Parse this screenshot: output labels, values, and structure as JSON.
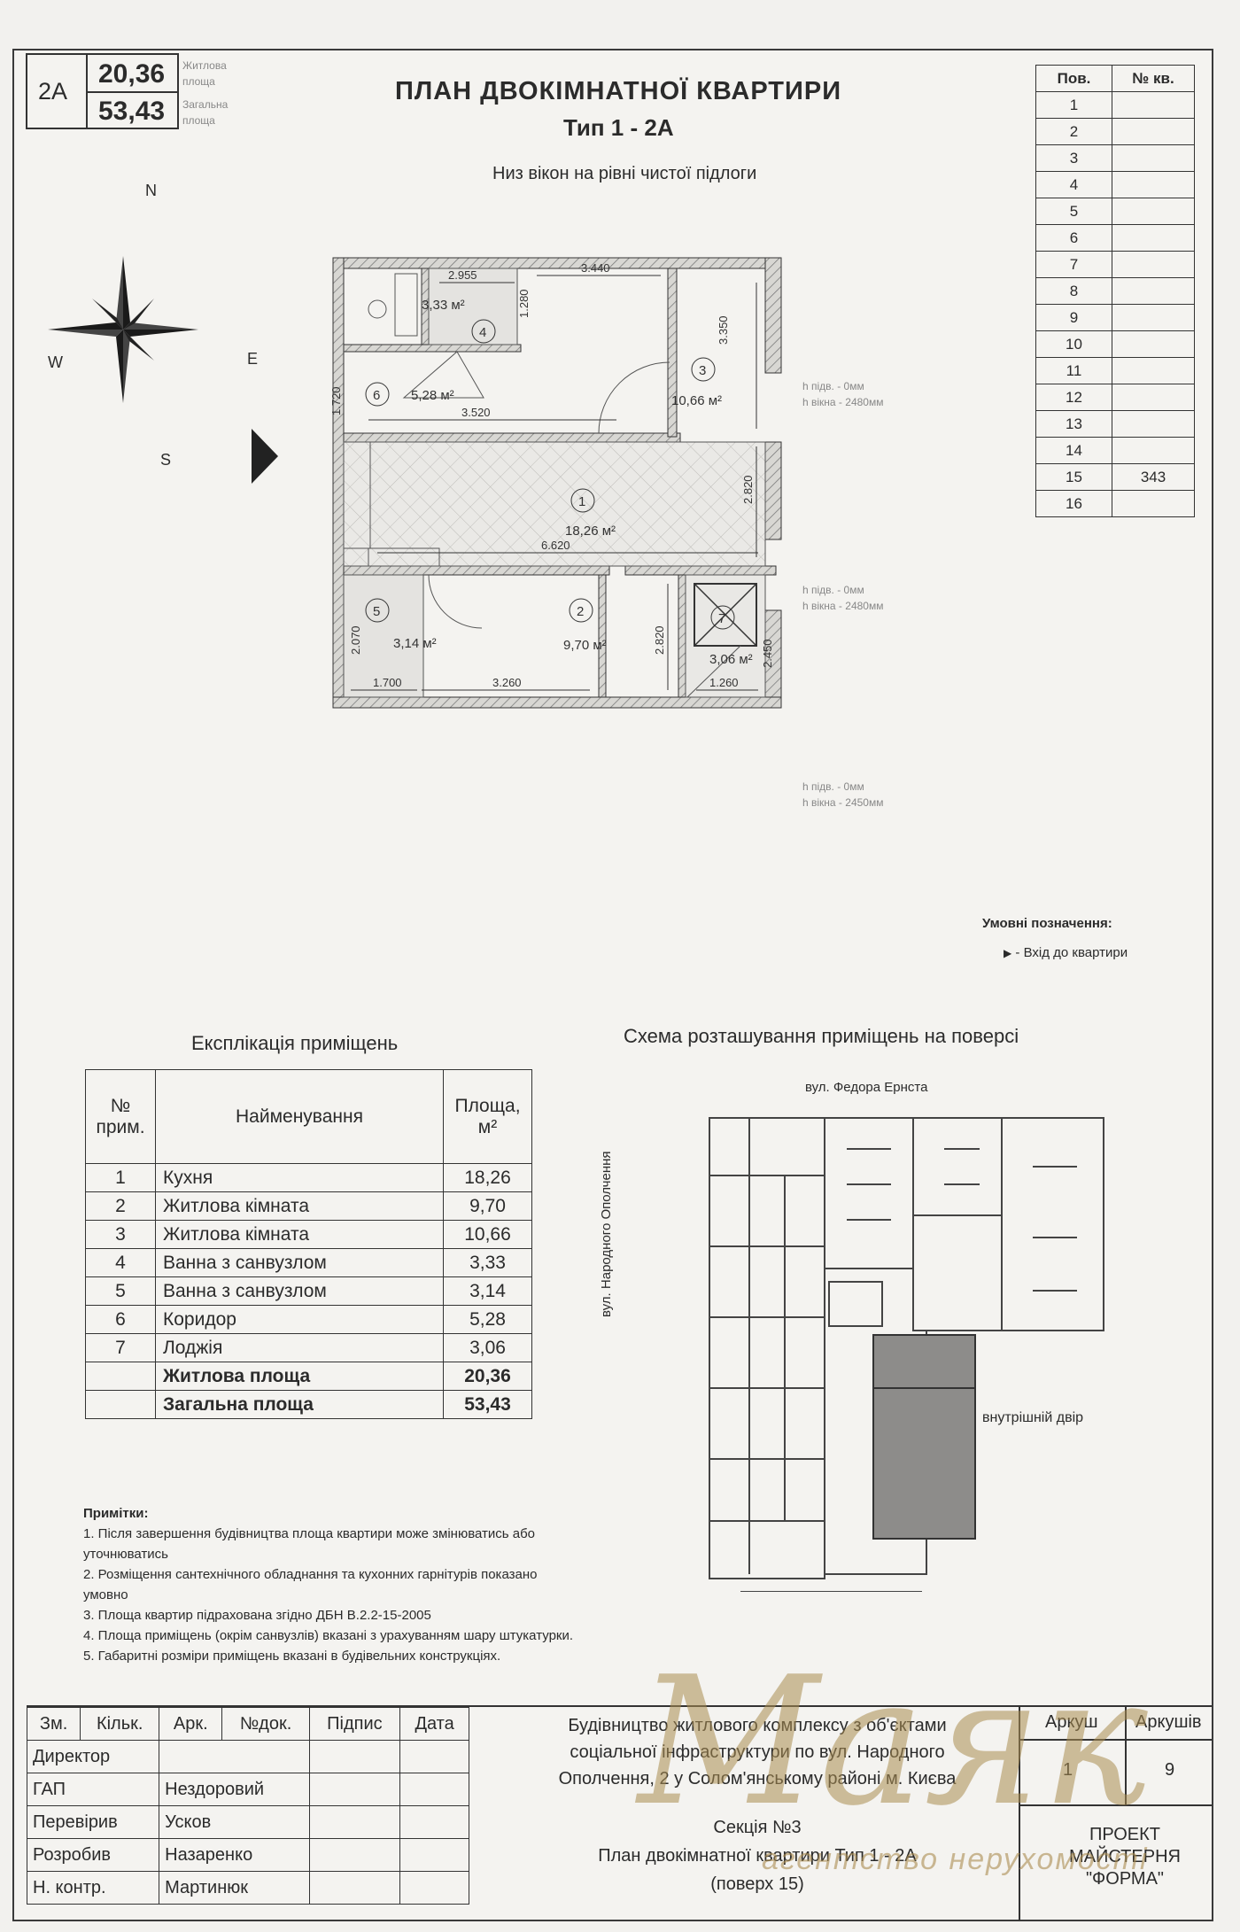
{
  "header": {
    "type_code": "2A",
    "living_area": "20,36",
    "living_area_label": "Житлова площа",
    "total_area": "53,43",
    "total_area_label": "Загальна площа",
    "title": "ПЛАН ДВОКІМНАТНОЇ КВАРТИРИ",
    "subtitle": "Тип 1 - 2А",
    "note": "Низ вікон на рівні чистої підлоги"
  },
  "compass": {
    "n": "N",
    "s": "S",
    "e": "E",
    "w": "W"
  },
  "floors_table": {
    "col_floor": "Пов.",
    "col_apt": "№ кв.",
    "rows": [
      {
        "floor": "1",
        "apt": ""
      },
      {
        "floor": "2",
        "apt": ""
      },
      {
        "floor": "3",
        "apt": ""
      },
      {
        "floor": "4",
        "apt": ""
      },
      {
        "floor": "5",
        "apt": ""
      },
      {
        "floor": "6",
        "apt": ""
      },
      {
        "floor": "7",
        "apt": ""
      },
      {
        "floor": "8",
        "apt": ""
      },
      {
        "floor": "9",
        "apt": ""
      },
      {
        "floor": "10",
        "apt": ""
      },
      {
        "floor": "11",
        "apt": ""
      },
      {
        "floor": "12",
        "apt": ""
      },
      {
        "floor": "13",
        "apt": ""
      },
      {
        "floor": "14",
        "apt": ""
      },
      {
        "floor": "15",
        "apt": "343"
      },
      {
        "floor": "16",
        "apt": ""
      }
    ]
  },
  "plan": {
    "rooms": [
      {
        "num": "1",
        "area": "18,26 м²"
      },
      {
        "num": "2",
        "area": "9,70 м²"
      },
      {
        "num": "3",
        "area": "10,66 м²"
      },
      {
        "num": "4",
        "area": "3,33 м²"
      },
      {
        "num": "5",
        "area": "3,14 м²"
      },
      {
        "num": "6",
        "area": "5,28 м²"
      },
      {
        "num": "7",
        "area": "3,06 м²"
      }
    ],
    "dims": [
      "2.955",
      "3.440",
      "3.350",
      "3.520",
      "2.820",
      "6.620",
      "2.820",
      "3.260",
      "1.700",
      "1.260",
      "2.450",
      "2.070",
      "1.720",
      "1.280"
    ],
    "window_notes": [
      {
        "l1": "h підв. - 0мм",
        "l2": "h вікна - 2480мм"
      },
      {
        "l1": "h підв. - 0мм",
        "l2": "h вікна - 2480мм"
      },
      {
        "l1": "h підв. - 0мм",
        "l2": "h вікна - 2450мм"
      }
    ],
    "legend_title": "Умовні позначення:",
    "legend_item": "- Вхід до квартири"
  },
  "explication": {
    "title": "Експлікація приміщень",
    "col_num": "№ прим.",
    "col_name": "Найменування",
    "col_area": "Площа, м²",
    "rows": [
      {
        "num": "1",
        "name": "Кухня",
        "area": "18,26"
      },
      {
        "num": "2",
        "name": "Житлова кімната",
        "area": "9,70"
      },
      {
        "num": "3",
        "name": "Житлова кімната",
        "area": "10,66"
      },
      {
        "num": "4",
        "name": "Ванна з санвузлом",
        "area": "3,33"
      },
      {
        "num": "5",
        "name": "Ванна з санвузлом",
        "area": "3,14"
      },
      {
        "num": "6",
        "name": "Коридор",
        "area": "5,28"
      },
      {
        "num": "7",
        "name": "Лоджія",
        "area": "3,06"
      }
    ],
    "living_label": "Житлова площа",
    "living_value": "20,36",
    "total_label": "Загальна площа",
    "total_value": "53,43"
  },
  "scheme": {
    "title": "Схема розташування приміщень на поверсі",
    "street_top": "вул. Федора Ернста",
    "street_left": "вул. Народного Ополчення",
    "courtyard": "внутрішній двір"
  },
  "notes": {
    "title": "Примітки:",
    "items": [
      "1. Після завершення будівництва площа квартири може змінюватись або",
      "уточнюватись",
      "2. Розміщення сантехнічного обладнання та кухонних гарнітурів показано",
      "умовно",
      "3. Площа квартир підрахована згідно ДБН В.2.2-15-2005",
      "4. Площа приміщень (окрім санвузлів) вказані з урахуванням шару штукатурки.",
      "5. Габаритні розміри приміщень вказані в будівельних конструкціях."
    ]
  },
  "stamp": {
    "headers": [
      "Зм.",
      "Кільк.",
      "Арк.",
      "№док.",
      "Підпис",
      "Дата"
    ],
    "roles": [
      {
        "role": "Директор",
        "name": ""
      },
      {
        "role": "ГАП",
        "name": "Нездоровий"
      },
      {
        "role": "Перевірив",
        "name": "Усков"
      },
      {
        "role": "Розробив",
        "name": "Назаренко"
      },
      {
        "role": "Н. контр.",
        "name": "Мартинюк"
      }
    ],
    "project_lines": [
      "Будівництво житлового комплексу з об'єктами",
      "соціальної інфраструктури по вул. Народного",
      "Ополчення, 2 у Солом'янському районі м. Києва"
    ],
    "section_lines": [
      "Секція №3",
      "План двокімнатної квартири Тип 1 - 2А",
      "(поверх 15)"
    ],
    "sheet_label": "Аркуш",
    "sheets_label": "Аркушів",
    "sheet_value": "1",
    "sheets_value": "9",
    "company_lines": [
      "ПРОЕКТ",
      "МАЙСТЕРНЯ",
      "\"ФОРМА\""
    ]
  },
  "watermark": {
    "brand": "Маяк",
    "tagline": "агентство нерухомості"
  }
}
